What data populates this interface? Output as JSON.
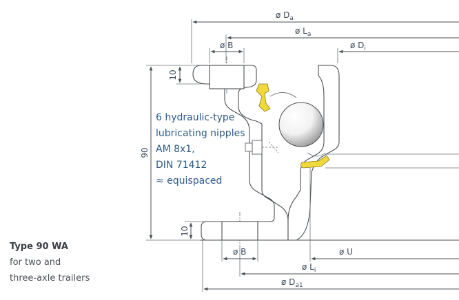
{
  "dimensions": {
    "Da": "ø D",
    "Da_sub": "a",
    "La": "ø L",
    "La_sub": "a",
    "B_top": "ø B",
    "Di": "ø D",
    "Di_sub": "i",
    "height": "90",
    "top_ten": "10",
    "bottom_ten": "10",
    "B_bottom": "ø B",
    "U": "ø U",
    "Li": "ø L",
    "Li_sub": "i",
    "Da1": "ø D",
    "Da1_sub": "a1"
  },
  "note": {
    "lines": [
      "6 hydraulic-type",
      "lubricating nipples",
      "AM 8x1,",
      "DIN 71412",
      "≈ equispaced"
    ]
  },
  "caption": {
    "title": "Type 90 WA",
    "line1": "for two and",
    "line2": "three-axle trailers"
  },
  "colors": {
    "seal": "#f0d93a",
    "note_text": "#2f5b86",
    "lines": "#4a4f55"
  }
}
